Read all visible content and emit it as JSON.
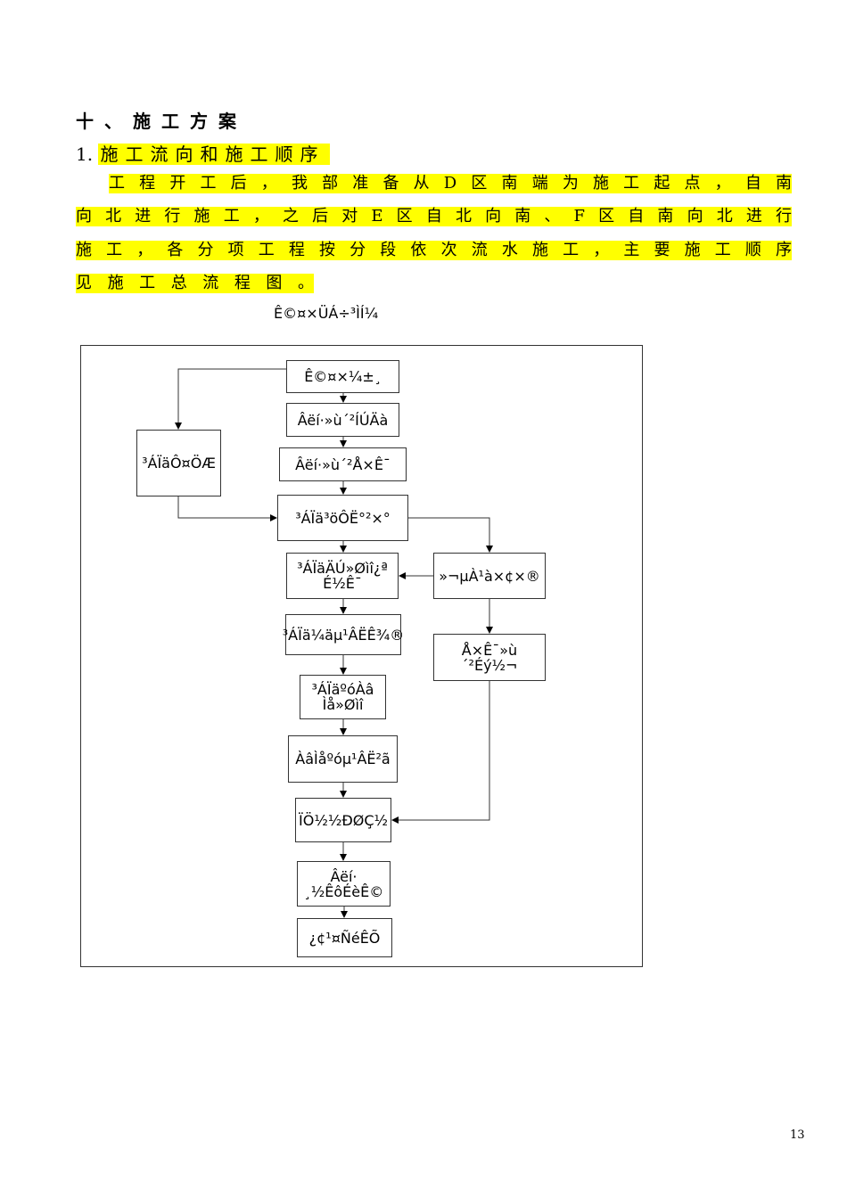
{
  "heading": "十、施工方案",
  "subheading_num": "1.",
  "subheading": "施工流向和施工顺序",
  "paragraph_lines": [
    "工程开工后，我部准备从D区南端为施工起点，自南",
    "向北进行施工，之后对E区自北向南、F区自南向北进行",
    "施工，各分项工程按分段依次流水施工，主要施工顺序",
    "见施工总流程图。"
  ],
  "flowchart": {
    "caption": "Ê©¤×ÜÁ÷³ÌÍ¼",
    "boxes": {
      "start": "Ê©¤×¼±¸",
      "dredge": "Âëí·»ù´²ÍÚÄà",
      "riprap": "Âëí·»ù´²Å×Ê¯",
      "prefab": "³ÁÏäÔ¤ÖÆ",
      "install": "³ÁÏä³öÔË°²×°",
      "backfill": "³ÁÏäÄÚ»Øìî¿ª\nÉ½Ê¯",
      "pile": "»¬µÀ¹à×¢×®",
      "filter_well": "³ÁÏä¼äµ¹ÂËÊ¾®",
      "bed_level": "Å×Ê¯»ù´²Éý½¬",
      "rear_fill": "³ÁÏäºóÀâ\nÌå»Øìî",
      "filter_layer": "ÀâÌåºóµ¹ÂË²ã",
      "wall": "ÏÖ½½ÐØÇ½",
      "facilities": "Âëí·\n¸½ÊôÉèÊ©",
      "acceptance": "¿¢¹¤ÑéÊÕ"
    }
  },
  "page_number": "13"
}
